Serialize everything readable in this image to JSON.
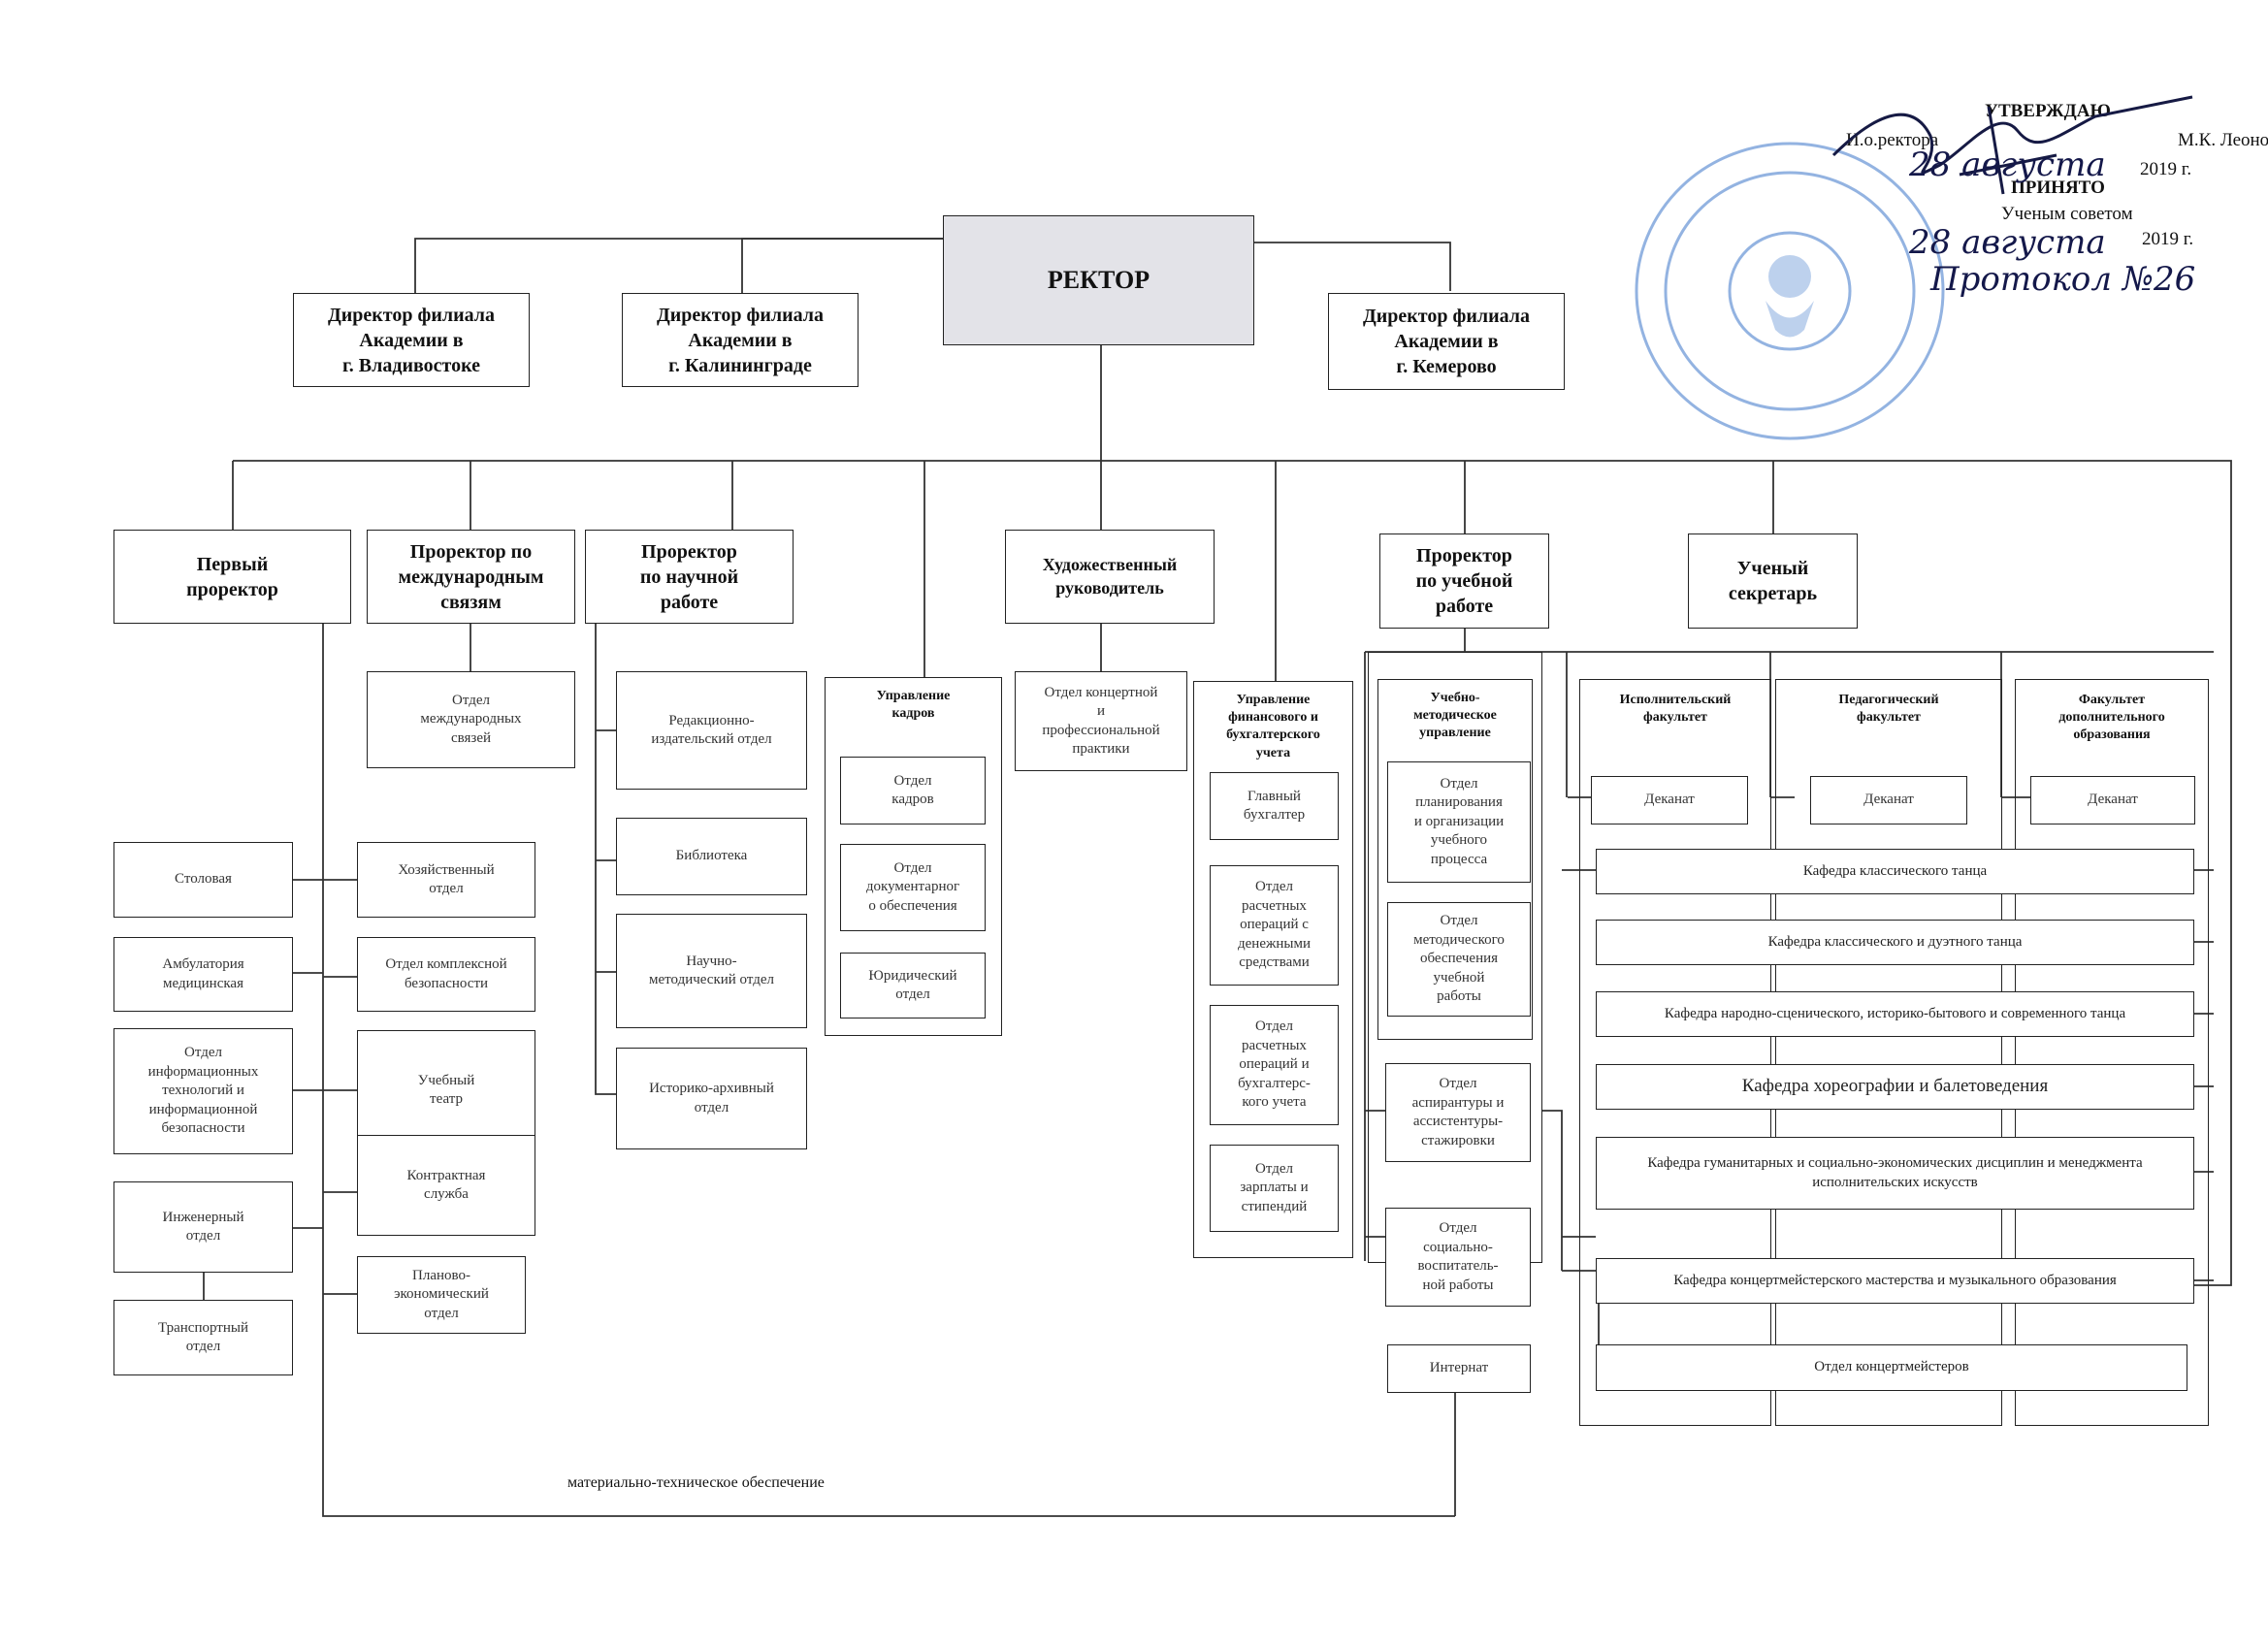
{
  "approval": {
    "approve_label": "УТВЕРЖДАЮ",
    "role": "И.о.ректора",
    "name": "М.К. Леонова",
    "year1": "2019 г.",
    "accepted_label": "ПРИНЯТО",
    "council": "Ученым советом",
    "year2": "2019 г.",
    "hand_date1": "28 августа",
    "hand_date2": "28 августа",
    "hand_protocol": "Протокол №26"
  },
  "top": {
    "rector": "РЕКТОР",
    "branch_vladivostok": "Директор филиала\nАкадемии в\nг. Владивостоке",
    "branch_kaliningrad": "Директор филиала\nАкадемии в\nг. Калининграде",
    "branch_kemerovo": "Директор филиала\nАкадемии в\nг. Кемерово"
  },
  "level2": {
    "first_prorector": "Первый\nпроректор",
    "prorector_intl": "Проректор по\nмеждународным\nсвязям",
    "prorector_science": "Проректор\nпо научной\nработе",
    "art_director": "Художественный\nруководитель",
    "prorector_study": "Проректор\nпо учебной\nработе",
    "secretary": "Ученый\nсекретарь"
  },
  "first_prorector_units": {
    "canteen": "Столовая",
    "ambulatory": "Амбулатория\nмедицинская",
    "it_dept": "Отдел\nинформационных\nтехнологий и\nинформационной\nбезопасности",
    "engineering": "Инженерный\nотдел",
    "transport": "Транспортный\nотдел",
    "household": "Хозяйственный\nотдел",
    "security": "Отдел комплексной\nбезопасности",
    "theatre": "Учебный\nтеатр",
    "contract": "Контрактная\nслужба",
    "planning": "Планово-\nэкономический\nотдел"
  },
  "intl_units": {
    "intl_dept": "Отдел\nмеждународных\nсвязей"
  },
  "science_units": {
    "publishing": "Редакционно-\nиздательский отдел",
    "library": "Библиотека",
    "methodical": "Научно-\nметодический отдел",
    "archive": "Историко-архивный\nотдел"
  },
  "hr": {
    "title": "Управление\nкадров",
    "hr_dept": "Отдел\nкадров",
    "docs_dept": "Отдел\nдокументарног\nо обеспечения",
    "legal_dept": "Юридический\nотдел"
  },
  "concert": {
    "concert_dept": "Отдел концертной\nи\nпрофессиональной\nпрактики"
  },
  "finance": {
    "title": "Управление\nфинансового и\nбухгалтерского\nучета",
    "chief_accountant": "Главный\nбухгалтер",
    "cash_ops": "Отдел\nрасчетных\nопераций с\nденежными\nсредствами",
    "accounting_ops": "Отдел\nрасчетных\nопераций и\nбухгалтерс-\nкого учета",
    "salary": "Отдел\nзарплаты и\nстипендий"
  },
  "study": {
    "edu_method_title": "Учебно-\nметодическое\nуправление",
    "planning_dept": "Отдел\nпланирования\nи организации\nучебного\nпроцесса",
    "method_support": "Отдел\nметодического\nобеспечения\nучебной\nработы",
    "postgrad": "Отдел\nаспирантуры и\nассистентуры-\nстажировки",
    "social": "Отдел\nсоциально-\nвоспитатель-\nной работы",
    "dormitory": "Интернат"
  },
  "faculties": {
    "performing": "Исполнительский\nфакультет",
    "pedagogical": "Педагогический\nфакультет",
    "additional": "Факультет\nдополнительного\nобразования",
    "dean1": "Деканат",
    "dean2": "Деканат",
    "dean3": "Деканат"
  },
  "departments": {
    "classical": "Кафедра классического танца",
    "duet": "Кафедра классического и дуэтного танца",
    "folk": "Кафедра народно-сценического, историко-бытового и современного танца",
    "choreography": "Кафедра хореографии и балетоведения",
    "humanities": "Кафедра гуманитарных и социально-экономических дисциплин и менеджмента\nисполнительских искусств",
    "accompanist": "Кафедра концертмейстерского мастерства и музыкального образования",
    "accompanists_dept": "Отдел концертмейстеров"
  },
  "footer": {
    "logistics": "материально-техническое обеспечение"
  }
}
